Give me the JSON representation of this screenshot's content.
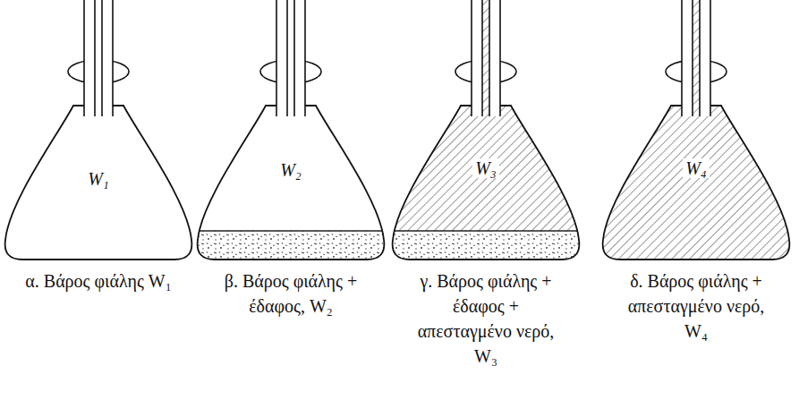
{
  "diagram": {
    "nodes": [
      {
        "text": [
          "W₁",
          "α. Βάρος φιάλης W₁"
        ]
      },
      {
        "text": [
          "W₂",
          "β. Βάρος φιάλης + έδαφος, W₂"
        ]
      },
      {
        "text": [
          "W₃",
          "γ. Βάρος φιάλης + έδαφος + απεσταγμένο νερό, W₃"
        ]
      },
      {
        "text": [
          "W₄",
          "δ. Βάρος φιάλης + απεσταγμένο νερό, W₄"
        ]
      }
    ]
  }
}
